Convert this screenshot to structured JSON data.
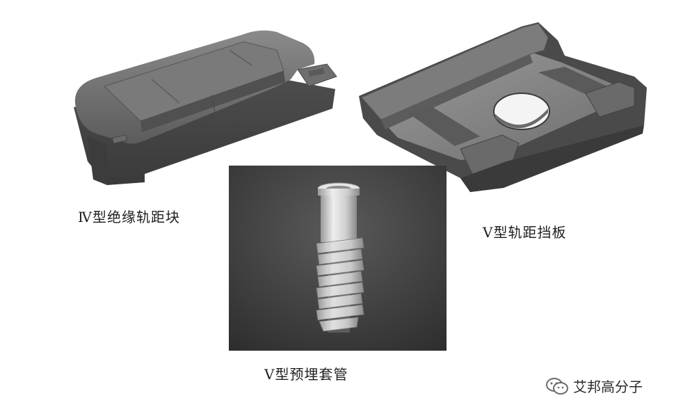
{
  "figure": {
    "items": [
      {
        "caption": "Ⅳ型绝缘轨距块",
        "icon": "insulating-gauge-block-3d-render"
      },
      {
        "caption": "Ⅴ型轨距挡板",
        "icon": "gauge-baffle-plate-3d-render"
      },
      {
        "caption": "Ⅴ型预埋套管",
        "icon": "embedded-threaded-sleeve-3d-render"
      }
    ]
  },
  "watermark": {
    "text": "艾邦高分子",
    "icon": "wechat-icon"
  },
  "colors": {
    "part_gray": "#5a5a5a",
    "photo_bg": "#3b3b3b",
    "sleeve": "#d9d9d9"
  }
}
